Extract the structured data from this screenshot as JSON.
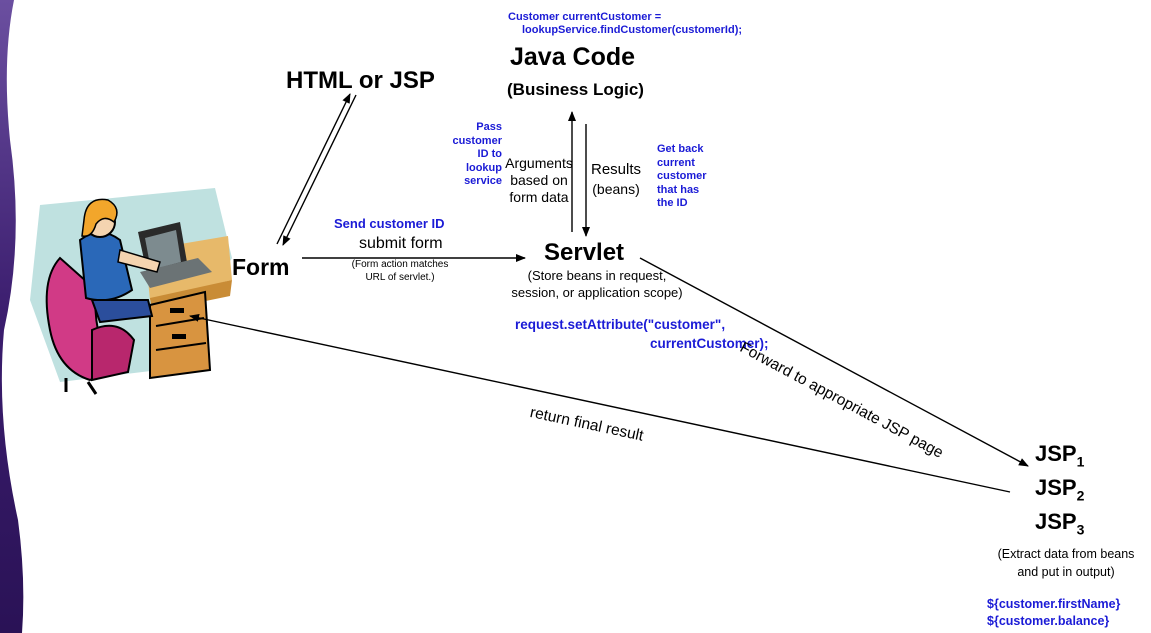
{
  "colors": {
    "accent_blue": "#1b1bd6",
    "left_band": "#3b1d6e",
    "text": "#000000"
  },
  "icons": {
    "clipart": "person-at-computer-clipart-icon"
  },
  "code": {
    "lookup_line1": "Customer currentCustomer =",
    "lookup_line2": "lookupService.findCustomer(customerId);",
    "set_attr_line1": "request.setAttribute(\"customer\",",
    "set_attr_line2": "currentCustomer);",
    "el_first_name": "${customer.firstName}",
    "el_balance": "${customer.balance}"
  },
  "nodes": {
    "java_title": "Java Code",
    "java_subtitle": "(Business Logic)",
    "html_jsp": "HTML or JSP",
    "form": "Form",
    "servlet": "Servlet",
    "servlet_note_line1": "(Store beans in request,",
    "servlet_note_line2": "session, or application scope)",
    "jsp_base": "JSP",
    "jsp_sub1": "1",
    "jsp_sub2": "2",
    "jsp_sub3": "3",
    "jsp_note_line1": "(Extract data from beans",
    "jsp_note_line2": "and put in output)"
  },
  "edges": {
    "arguments_lines": [
      "Arguments",
      "based on",
      "form data"
    ],
    "pass_lines": [
      "Pass",
      "customer",
      "ID to",
      "lookup",
      "service"
    ],
    "results_label": "Results",
    "results_sub": "(beans)",
    "getback_lines": [
      "Get back",
      "current",
      "customer",
      "that has",
      "the ID"
    ],
    "send_id": "Send customer ID",
    "submit_form": "submit form",
    "submit_note_line1": "(Form action matches",
    "submit_note_line2": "URL of servlet.)",
    "forward": "Forward to appropriate JSP page",
    "return": "return final result"
  }
}
